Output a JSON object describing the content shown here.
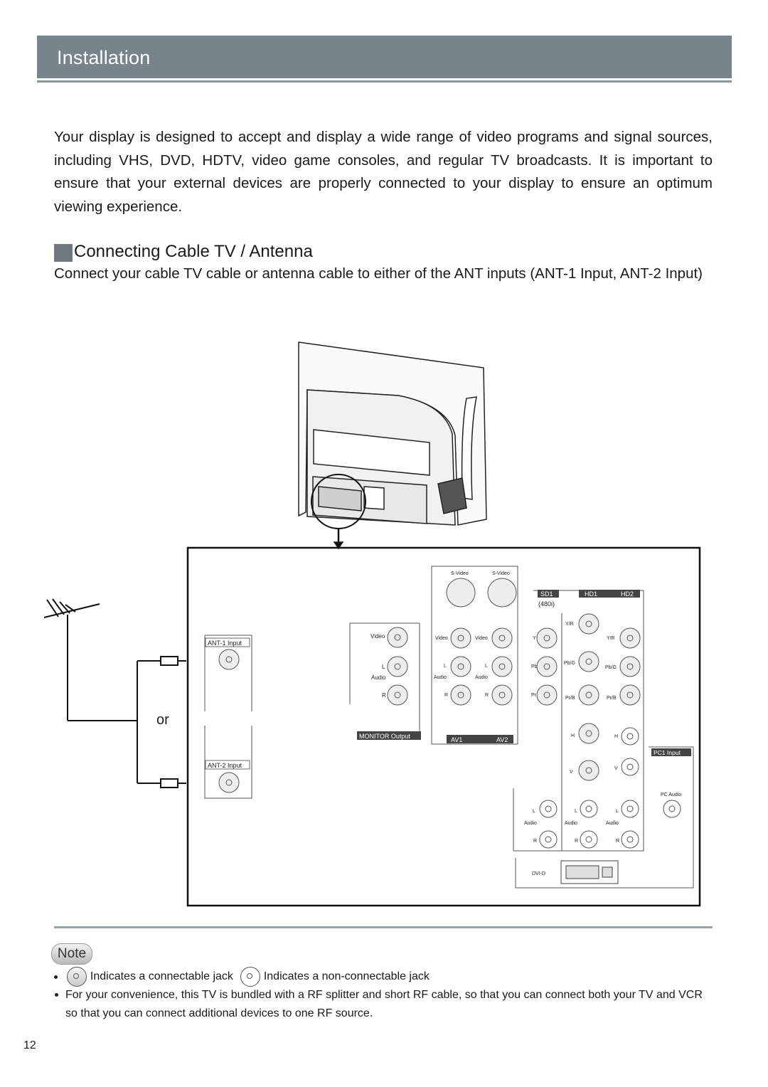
{
  "header": {
    "title": "Installation"
  },
  "intro": {
    "text": "Your display is designed to accept and display a wide range of video programs and signal sources, including VHS, DVD, HDTV, video game consoles, and regular TV broadcasts. It is important to ensure that your external devices are properly connected to your display to ensure an optimum viewing experience."
  },
  "section": {
    "title": "Connecting Cable TV / Antenna",
    "body": "Connect your cable TV cable or antenna cable to either of the ANT inputs (ANT-1 Input, ANT-2 Input)"
  },
  "diagram": {
    "or_label": "or",
    "ant1": "ANT-1 Input",
    "ant2": "ANT-2 Input",
    "monitor_output": "MONITOR Output",
    "video": "Video",
    "audio": "Audio",
    "l": "L",
    "r": "R",
    "s_video": "S-Video",
    "av1": "AV1",
    "av2": "AV2",
    "sd1": "SD1",
    "hd1": "HD1",
    "hd2": "HD2",
    "sd_480i": "(480i)",
    "y": "Y",
    "pb": "Pb",
    "pr": "Pr",
    "y_r": "Y/R",
    "pb_g": "Pb/G",
    "pr_b": "Pr/B",
    "h": "H",
    "v": "V",
    "pc1_input": "PC1 Input",
    "pc_audio": "PC Audio",
    "dvi_d": "DVI-D"
  },
  "note": {
    "badge": "Note",
    "connectable": "Indicates a connectable jack",
    "non_connectable": "Indicates a non-connectable jack",
    "bundled": "For your convenience, this TV is bundled with a RF splitter and short RF cable, so that you can connect both your TV and VCR so that you can connect additional devices to one RF source."
  },
  "page_number": "12"
}
